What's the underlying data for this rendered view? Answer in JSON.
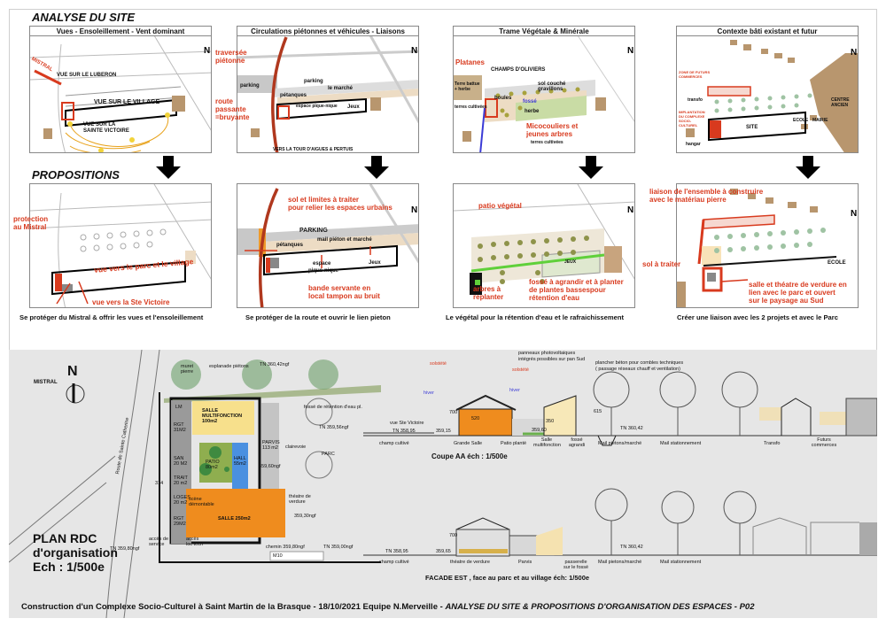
{
  "header": {
    "analyse": "ANALYSE DU SITE",
    "propositions": "PROPOSITIONS"
  },
  "analyse_panels": [
    {
      "title": "Vues - Ensoleillement - Vent dominant",
      "labels": [
        "VUE SUR LE LUBERON",
        "VUE SUR LE VILLAGE",
        "VUE SUR LA",
        "SAINTE VICTOIRE",
        "MISTRAL"
      ]
    },
    {
      "title": "Circulations piétonnes et véhicules - Liaisons",
      "labels": [
        "parking",
        "parking",
        "le marché",
        "pétanques",
        "espace pique-nique",
        "Jeux",
        "VERS LA TOUR D'AIGUES & PERTUIS"
      ],
      "red": [
        "traversée",
        "piétonne",
        "route",
        "passante",
        "=bruyante"
      ]
    },
    {
      "title": "Trame Végétale & Minérale",
      "labels": [
        "CHAMPS D'OLIVIERS",
        "Terre battue + herbe",
        "boules",
        "sol couché gravillons",
        "fossé",
        "herbe",
        "terres cultivées",
        "terres cultivées"
      ],
      "red": [
        "Platanes",
        "Micocouliers et",
        "jeunes arbres"
      ]
    },
    {
      "title": "Contexte bâti existant et futur",
      "labels": [
        "transfo",
        "SITE",
        "ECOLE",
        "MAIRIE",
        "CENTRE ANCIEN",
        "hangar"
      ],
      "red": [
        "ZONE DE FUTURS COMMERCES",
        "IMPLANTATION DU COMPLEXE SOCIO-CULTUREL"
      ]
    }
  ],
  "proposition_panels": [
    {
      "red": [
        "protection",
        "au Mistral",
        "vue vers le parc et le village",
        "vue vers la Ste Victoire"
      ],
      "caption": "Se protéger du Mistral & offrir les vues et l'ensoleillement"
    },
    {
      "red": [
        "sol et limites  à traiter",
        "pour relier les espaces urbains",
        "bande servante en",
        "local tampon au bruit"
      ],
      "labels": [
        "PARKING",
        "pétanques",
        "mail piéton et marché",
        "espace",
        "pique-nique",
        "Jeux"
      ],
      "caption": "Se protéger de la route  et ouvrir le lien pieton"
    },
    {
      "red": [
        "patio  végétal",
        "arbres à",
        "replanter",
        "fossé à agrandir et à planter",
        "de plantes bassespour",
        "rétention d'eau"
      ],
      "labels": [
        "JEUX"
      ],
      "caption": "Le végétal pour la rétention d'eau et le rafraichissement"
    },
    {
      "red": [
        "liaison de l'ensemble à construire",
        "avec le matériau pierre",
        "sol à traiter",
        "salle et théatre de verdure en",
        "lien avec le parc et  ouvert",
        "sur le paysage au Sud"
      ],
      "labels": [
        "ECOLE"
      ],
      "caption": "Créer une liaison avec les 2 projets et avec le Parc"
    }
  ],
  "plan": {
    "title": [
      "PLAN RDC",
      "d'organisation",
      "Ech : 1/500e"
    ],
    "labels": {
      "mistral": "MISTRAL",
      "n": "N",
      "muret": "muret pierre",
      "esplanade": "esplanade piétons",
      "tn1": "TN 360,42ngf",
      "fosse": "fossé de rétention d'eau pl.",
      "tn2": "TN 359,56ngf",
      "parc": "PARC",
      "claire": "clairevoie",
      "parvis": "PARVIS 113 m2",
      "salle_multi": "SALLE MULTIFONCTION 100m2",
      "lm": "LM",
      "rgt1": "RGT 31M2",
      "san": "SAN 20 M2",
      "trait": "TRAIT 20 m2",
      "loges": "LOGES 20 m2",
      "rgt2": "RGT 29M2",
      "patio": "PATIO 80m2",
      "hall": "HALL 55m2",
      "niv": "359,60ngf",
      "scene": "scène démontable",
      "salle": "SALLE 250m2",
      "theatre": "théatre de verdure",
      "niv2": "359,30ngf",
      "route": "Route de Sainte Catherine",
      "acces_service": "accès de service",
      "acces_loc": "accès loc tech",
      "tn3": "TN 359,80ngf",
      "chemin": "chemin 359,80ngf",
      "tn4": "TN 359,00ngf",
      "n314": "314",
      "scale": "M10"
    }
  },
  "coupe": {
    "title": "Coupe AA   éch : 1/500e",
    "annot": [
      "panneaux photovoltaiques",
      "intégrés possibles sur pan Sud",
      "plancher béton  pour combles techniques",
      "( passage réseaux chauff et ventilation)"
    ],
    "sun": [
      "solstété",
      "solstété",
      "hiver",
      "hiver"
    ],
    "levels": [
      "vue Ste Victoire",
      "TN 358,95",
      "359,15",
      "359,60",
      "TN 360,42",
      "700",
      "520",
      "350",
      "615"
    ],
    "spaces": [
      "champ cultivé",
      "Grande Salle",
      "Patio planté",
      "Salle multifonction",
      "fossé agrandi",
      "Mail pietons/marché",
      "Mail stationnement",
      "Transfo",
      "Futurs commerces"
    ]
  },
  "facade": {
    "title": "FACADE EST  , face au parc et au village  éch: 1/500e",
    "levels": [
      "TN 358,95",
      "359,65",
      "TN 360,42",
      "700"
    ],
    "spaces": [
      "champ cultivé",
      "théatre de verdure",
      "Parvis",
      "passerelle sur le fossé",
      "Mail pietons/marché",
      "Mail stationnement"
    ]
  },
  "footer": {
    "left": "Construction d'un Complexe Socio-Culturel  à  Saint Martin de la Brasque   -   18/10/2021  Equipe  N.Merveille   -   ",
    "right": "ANALYSE DU SITE  &  PROPOSITIONS D'ORGANISATION DES ESPACES   -   P02"
  },
  "colors": {
    "red": "#d83a1e",
    "orange": "#ef8c1e",
    "yellow": "#f7e08c",
    "green": "#8fae4f",
    "blue": "#4a90e0",
    "brown": "#b8966e"
  }
}
